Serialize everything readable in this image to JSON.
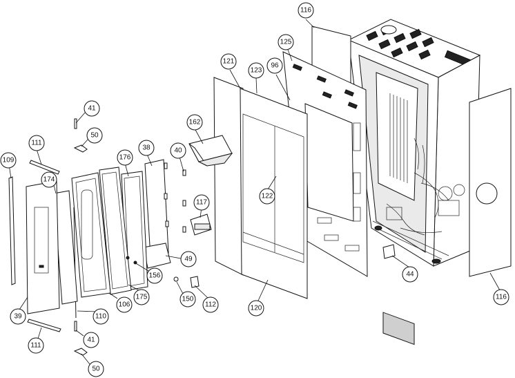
{
  "diagram": {
    "callouts": [
      {
        "id": "c116a",
        "label": "116"
      },
      {
        "id": "c125",
        "label": "125"
      },
      {
        "id": "c96",
        "label": "96"
      },
      {
        "id": "c121",
        "label": "121"
      },
      {
        "id": "c123",
        "label": "123"
      },
      {
        "id": "c41a",
        "label": "41"
      },
      {
        "id": "c162",
        "label": "162"
      },
      {
        "id": "c50a",
        "label": "50"
      },
      {
        "id": "c111a",
        "label": "111"
      },
      {
        "id": "c38",
        "label": "38"
      },
      {
        "id": "c176",
        "label": "176"
      },
      {
        "id": "c40",
        "label": "40"
      },
      {
        "id": "c109",
        "label": "109"
      },
      {
        "id": "c174",
        "label": "174"
      },
      {
        "id": "c122",
        "label": "122"
      },
      {
        "id": "c117",
        "label": "117"
      },
      {
        "id": "c49",
        "label": "49"
      },
      {
        "id": "c156",
        "label": "156"
      },
      {
        "id": "c175",
        "label": "175"
      },
      {
        "id": "c106",
        "label": "106"
      },
      {
        "id": "c150",
        "label": "150"
      },
      {
        "id": "c112",
        "label": "112"
      },
      {
        "id": "c120",
        "label": "120"
      },
      {
        "id": "c44",
        "label": "44"
      },
      {
        "id": "c116b",
        "label": "116"
      },
      {
        "id": "c39",
        "label": "39"
      },
      {
        "id": "c110",
        "label": "110"
      },
      {
        "id": "c41b",
        "label": "41"
      },
      {
        "id": "c111b",
        "label": "111"
      },
      {
        "id": "c50b",
        "label": "50"
      }
    ]
  }
}
